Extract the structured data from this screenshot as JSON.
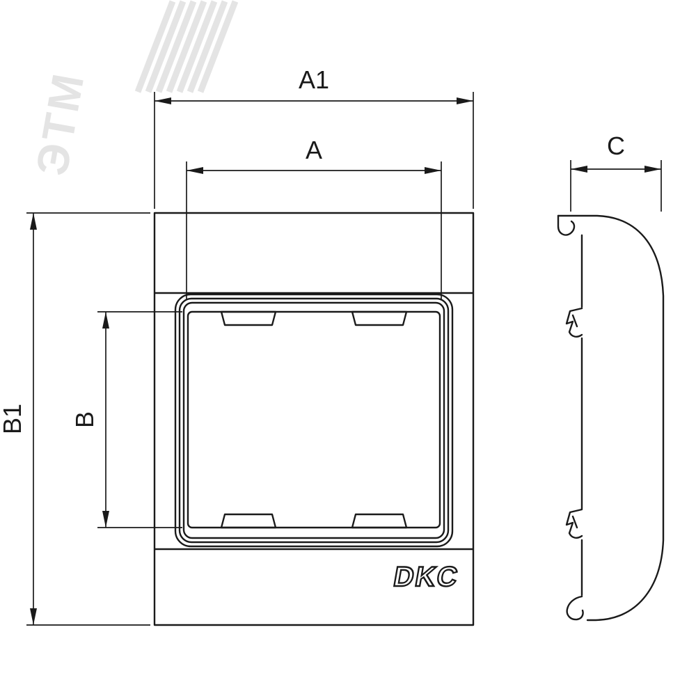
{
  "watermark": {
    "text": "ЭТМ",
    "color": "#e4e4e4"
  },
  "dimension_labels": {
    "a1": "A1",
    "a": "A",
    "b1": "B1",
    "b": "B",
    "c": "C"
  },
  "front_view": {
    "logo_text": "DKC"
  },
  "colors": {
    "line": "#1a1a1a",
    "background": "#ffffff",
    "watermark": "#e4e4e4"
  }
}
